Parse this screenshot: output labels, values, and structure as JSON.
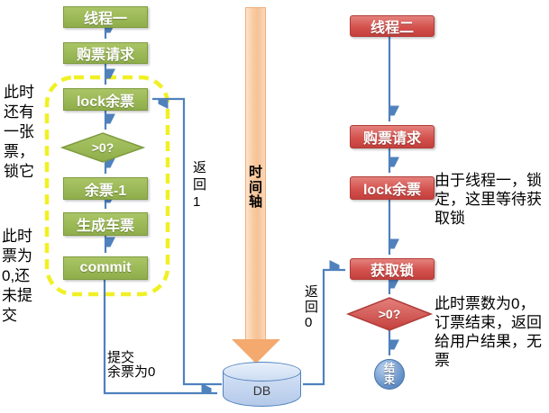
{
  "colors": {
    "green_fill": "#9bbb59",
    "green_border": "#7e9b3f",
    "red_fill": "#d4524e",
    "red_border": "#b03c39",
    "connector_blue": "#4f81bd",
    "critical_section_yellow": "#f0f024",
    "timeline_orange": "#f4a96e",
    "db_blue": "#c6d9f1"
  },
  "thread1": {
    "title": "线程一",
    "request": "购票请求",
    "lock": "lock余票",
    "check": ">0?",
    "decrement": "余票-1",
    "generate": "生成车票",
    "commit": "commit",
    "note_has_ticket": "此时\n还有\n一张\n票，\n锁它",
    "note_zero_uncommitted": "此时\n票为\n0,还\n未提\n交",
    "submit_label": "提交\n余票为0",
    "return_one": "返\n回\n1"
  },
  "timeline": {
    "label": "时\n间\n轴"
  },
  "db": {
    "label": "DB",
    "return_zero": "返\n回\n0"
  },
  "thread2": {
    "title": "线程二",
    "request": "购票请求",
    "lock": "lock余票",
    "acquire": "获取锁",
    "check": ">0?",
    "end": "结\n束",
    "note_wait": "由于线程一，锁\n定，这里等待获\n取锁",
    "note_result": "此时票数为0，\n订票结束，返回\n给用户结果，无\n票"
  }
}
